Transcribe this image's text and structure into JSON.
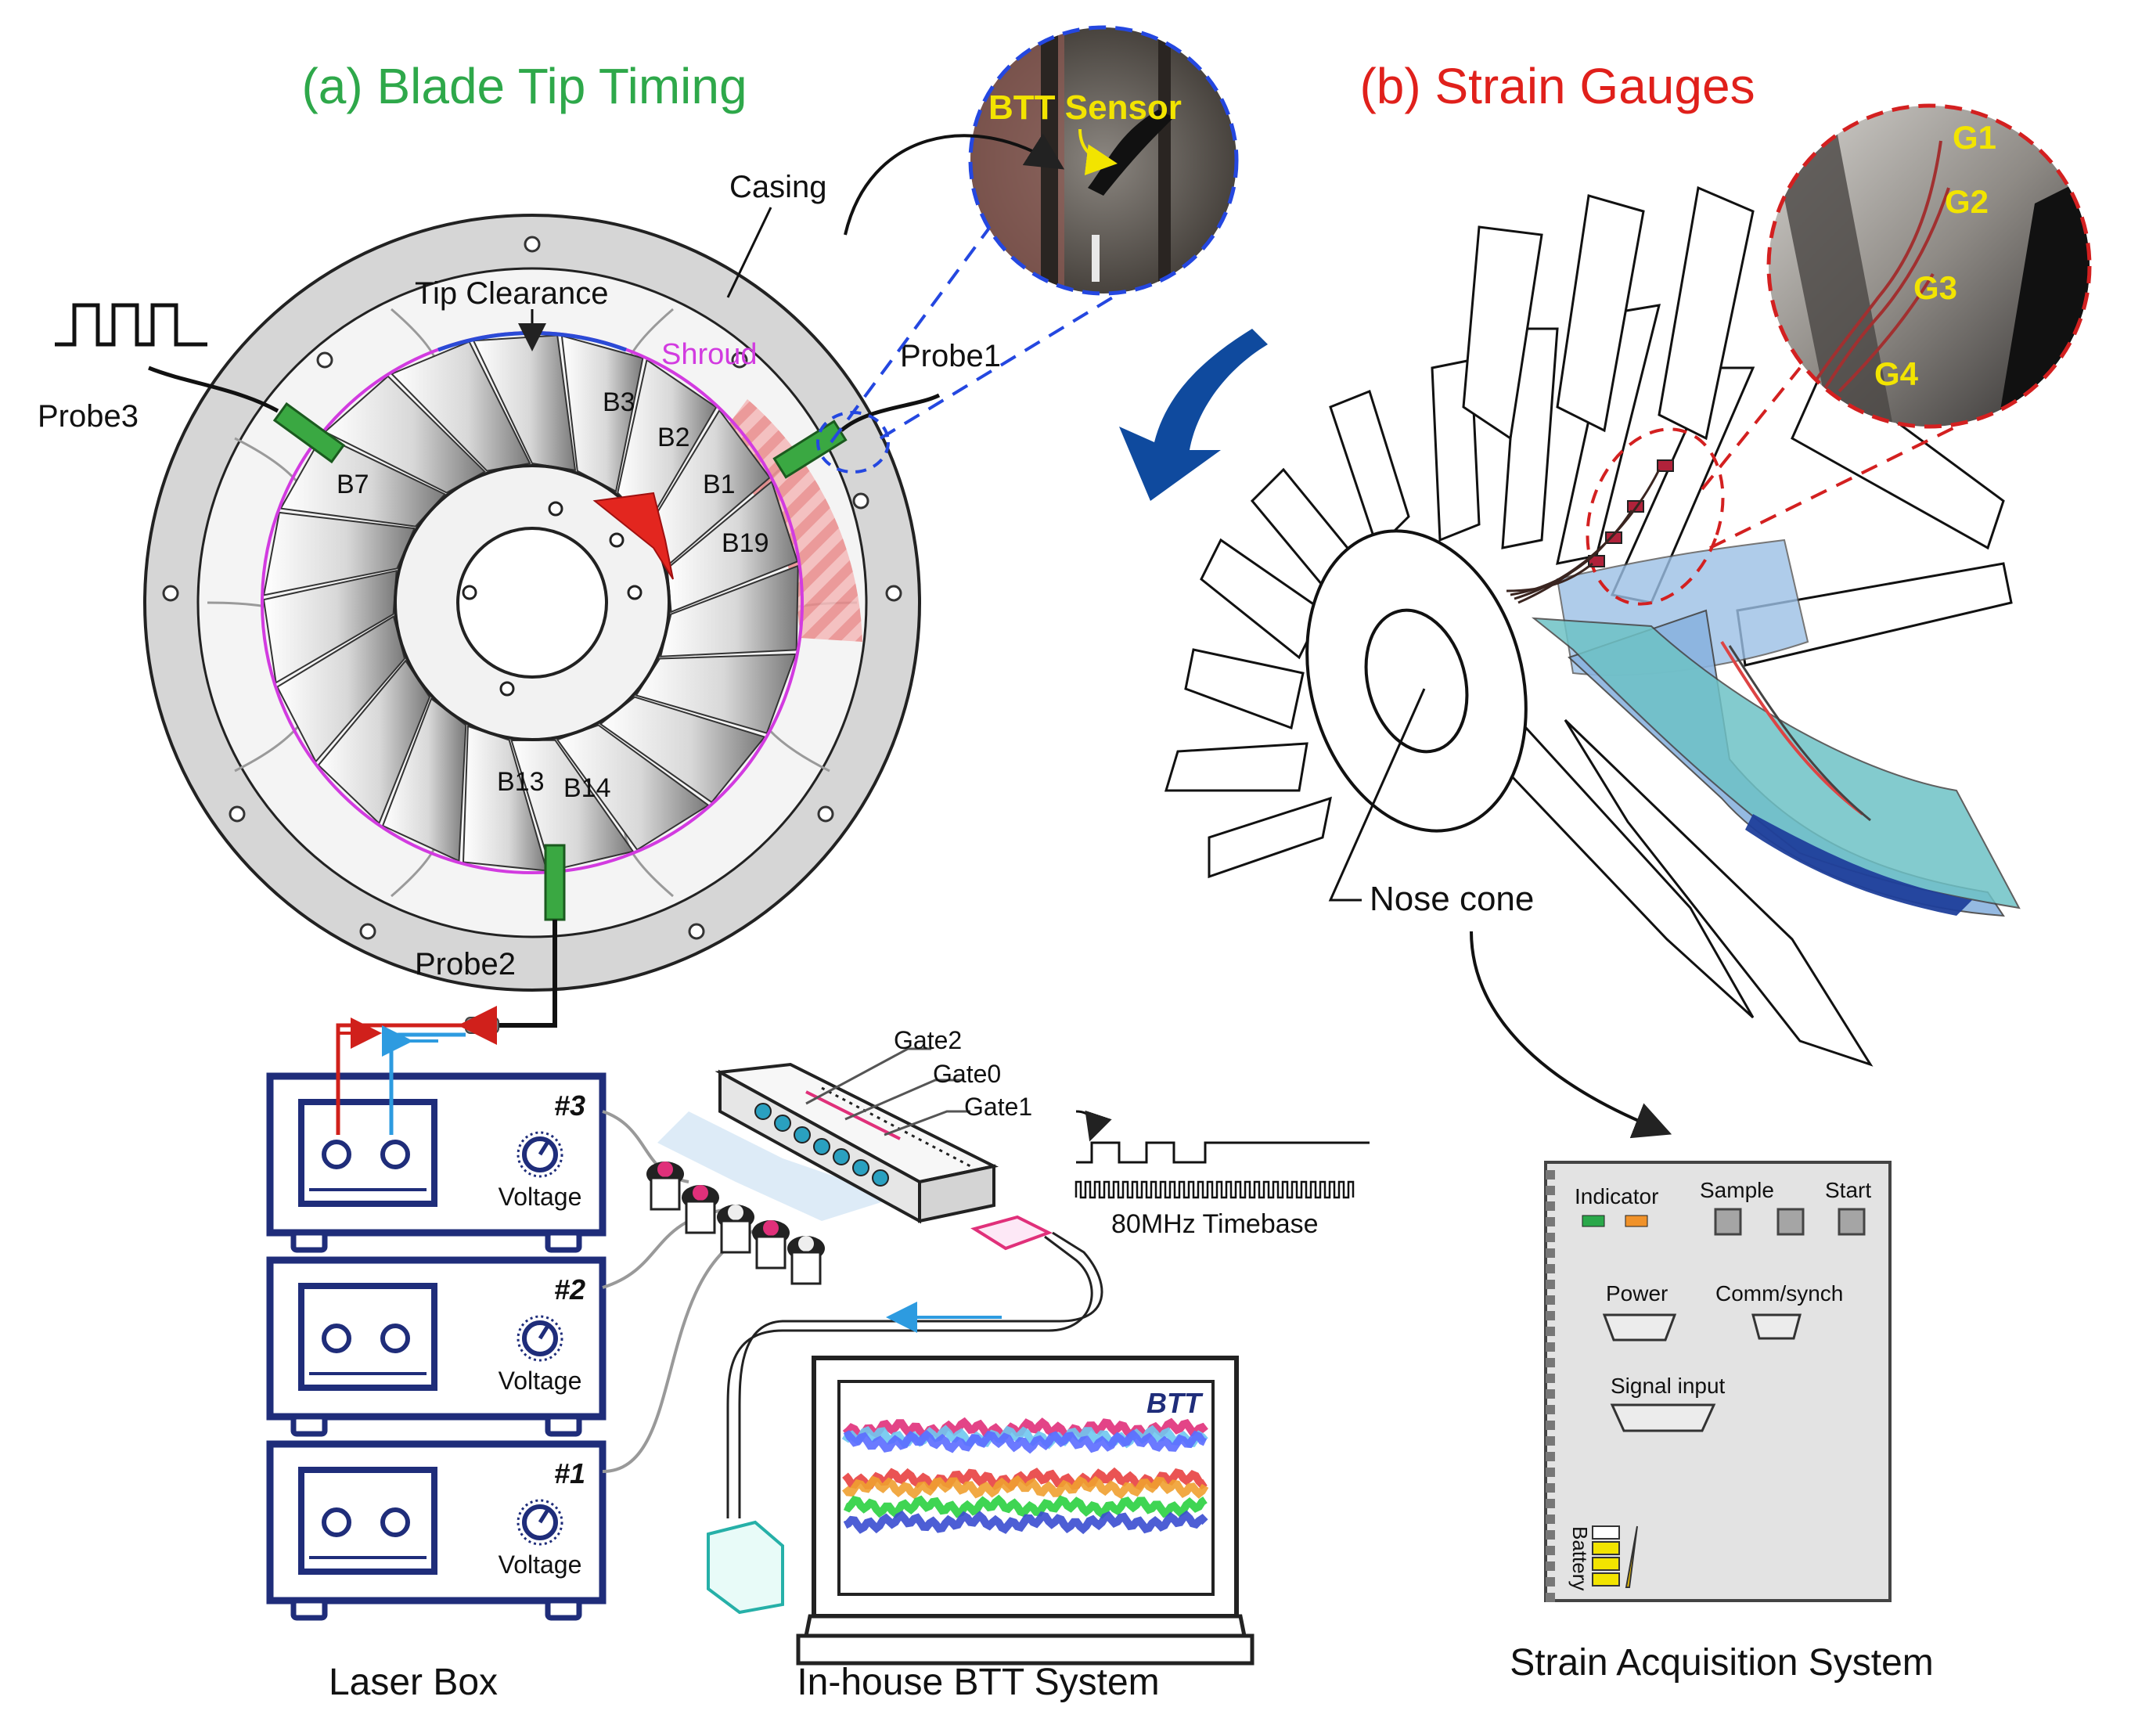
{
  "btt": {
    "title": "(a) Blade Tip Timing",
    "sensor_label": "BTT Sensor",
    "casing": "Casing",
    "tip_clearance": "Tip Clearance",
    "shroud": "Shroud",
    "probes": [
      "Probe1",
      "Probe2",
      "Probe3"
    ],
    "blades": [
      "B3",
      "B2",
      "B1",
      "B19",
      "B7",
      "B13",
      "B14"
    ],
    "laser_units": [
      {
        "id": "#3",
        "knob": "Voltage"
      },
      {
        "id": "#2",
        "knob": "Voltage"
      },
      {
        "id": "#1",
        "knob": "Voltage"
      }
    ],
    "gates": [
      "Gate2",
      "Gate0",
      "Gate1"
    ],
    "timebase": "80MHz Timebase",
    "screen_label": "BTT",
    "caption_laser": "Laser Box",
    "caption_system": "In-house BTT System"
  },
  "sg": {
    "title": "(b) Strain Gauges",
    "gauges": [
      "G1",
      "G2",
      "G3",
      "G4"
    ],
    "nose_cone": "Nose cone",
    "panel": {
      "indicator": "Indicator",
      "sample": "Sample",
      "start": "Start",
      "power": "Power",
      "comm": "Comm/synch",
      "signal": "Signal input",
      "battery": "Battery"
    },
    "caption": "Strain Acquisition System"
  },
  "colors": {
    "btt_title": "#2ea84a",
    "sg_title": "#e0201b",
    "navy": "#1f2d7a",
    "shroud": "#d23be0",
    "probe_green": "#3aa842",
    "gauge_yellow": "#f2e400",
    "arrow_blue": "#0f4a9e"
  }
}
